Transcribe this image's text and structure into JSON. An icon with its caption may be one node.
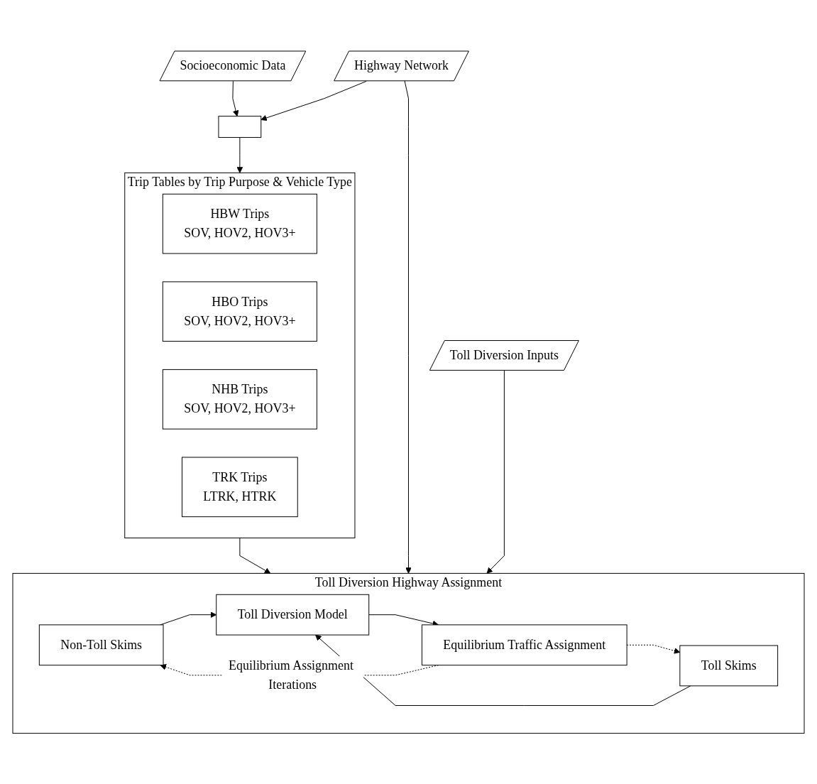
{
  "diagram": {
    "nodes": [
      {
        "text": [
          "Socioeconomic Data"
        ]
      },
      {
        "text": [
          "Highway Network"
        ]
      },
      {
        "text": [],
        "shape": "box"
      },
      {
        "text": [
          "Trip Tables by Trip Purpose & Vehicle Type"
        ]
      },
      {
        "text": [
          "HBW Trips",
          "SOV, HOV2, HOV3+"
        ],
        "in": 3
      },
      {
        "text": [
          "HBO Trips",
          "SOV, HOV2, HOV3+"
        ],
        "in": 3
      },
      {
        "text": [
          "NHB Trips",
          "SOV, HOV2, HOV3+"
        ],
        "in": 3
      },
      {
        "text": [
          "TRK Trips",
          "LTRK, HTRK"
        ],
        "in": 3
      },
      {
        "text": [
          "Toll Diversion Highway Assignment"
        ]
      },
      {
        "text": [
          "Non-Toll Skims"
        ],
        "in": 8
      },
      {
        "text": [
          "Toll Skims"
        ],
        "in": 8
      },
      {
        "text": [
          "Toll Diversion Model"
        ],
        "in": 8
      },
      {
        "text": [
          "Equilibrium Traffic Assignment"
        ],
        "in": 8
      },
      {
        "text": [
          "Toll Diversion Inputs"
        ]
      }
    ],
    "edges": [
      {
        "from": 0,
        "to": 2,
        "arrow": "to"
      },
      {
        "from": 1,
        "to": 2,
        "arrow": "to"
      },
      {
        "from": 2,
        "to": 3,
        "arrow": "to"
      },
      {
        "from": 3,
        "to": 8,
        "arrow": "to"
      },
      {
        "from": 1,
        "to": 8,
        "arrow": "to"
      },
      {
        "from": 13,
        "to": 8,
        "arrow": "to"
      },
      {
        "from": 9,
        "to": 11,
        "arrow": "to"
      },
      {
        "from": 10,
        "to": 11,
        "arrow": "to"
      },
      {
        "from": 11,
        "to": 12,
        "arrow": "to"
      },
      {
        "from": 12,
        "to": 9,
        "arrow": "to",
        "style": "dashed",
        "label": "Equilibrium Assignment Iterations"
      },
      {
        "from": 12,
        "to": 10,
        "arrow": "to",
        "style": "dashed"
      }
    ]
  }
}
